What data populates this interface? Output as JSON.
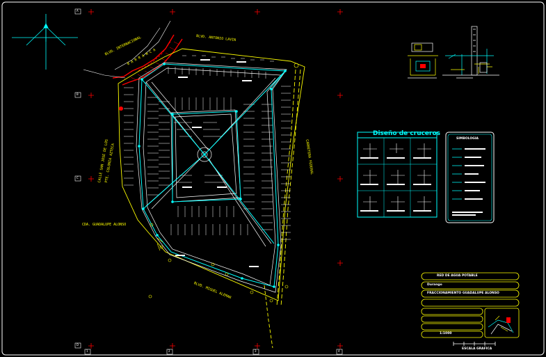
{
  "drawing": {
    "streets": {
      "north": "BLVD. ANTONIO LAVIN",
      "barranca": "B A R R A N C A",
      "northwest": "BLVD. INTERNACIONAL",
      "west_1": "CALLE SAN JOSE DE LOS",
      "west_2": "PTE. COLONIA AZTECA",
      "southwest": "CDA. GUADALUPE ALONSO",
      "south": "BLVD. MIGUEL ALEMAN",
      "east": "CARRETERA FEDERAL"
    },
    "grid_labels": {
      "row_a": "A",
      "row_b": "B",
      "row_c": "C",
      "row_d": "D",
      "col_1": "1",
      "col_2": "2",
      "col_3": "3",
      "col_4": "4"
    },
    "colors": {
      "background": "#000000",
      "block_lines": "#ffffff",
      "water_network": "#00ffff",
      "boundary": "#ffff00",
      "barranca": "#ff0000"
    }
  },
  "details_panel": {
    "title": "Diseño de cruceros"
  },
  "legend_panel": {
    "title": "SIMBOLOGIA"
  },
  "title_block": {
    "title": "RED DE AGUA POTABLE",
    "field_2": "Durango",
    "field_3": "FRACCIONAMIENTO GUADALUPE ALONSO",
    "scale": "1:1000",
    "footer": "ESCALA GRAFICA"
  },
  "icons": {
    "north_arrow": "north-arrow-icon",
    "location_map": "location-map-icon"
  }
}
